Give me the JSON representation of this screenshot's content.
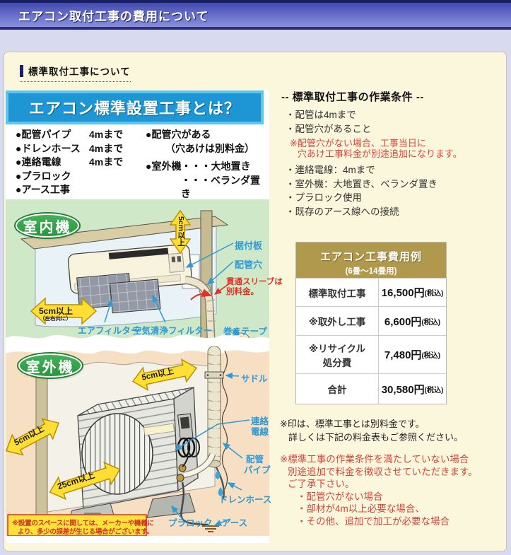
{
  "header": {
    "title": "エアコン取付工事の費用について"
  },
  "section": {
    "title": "標準取付工事について"
  },
  "diagram": {
    "banner": "エアコン標準設置工事とは？",
    "bullets_left": [
      {
        "label": "●配管パイプ",
        "value": "4mまで"
      },
      {
        "label": "●ドレンホース",
        "value": "4mまで"
      },
      {
        "label": "●連絡電線",
        "value": "4mまで"
      },
      {
        "label": "●プラロック",
        "value": ""
      },
      {
        "label": "●アース工事",
        "value": ""
      }
    ],
    "bullets_right": [
      "●配管穴がある",
      "（穴あけは別料金）",
      "●室外機・・・大地置き",
      "・・・ベランダ置き"
    ],
    "indoor": {
      "badge": "室内機",
      "labels": {
        "mounting_plate": "据付板",
        "pipe_hole": "配管穴",
        "sleeve_line1": "貫通スリーブは",
        "sleeve_line2": "別料金。",
        "air_filter": "エアフィルター",
        "purifier_filter": "空気清浄フィルター",
        "tape": "巻きテープ",
        "clearance_v": "5cm以上",
        "clearance_h": "5cm以上",
        "clearance_h_note": "（左右共に）"
      }
    },
    "outdoor": {
      "badge": "室外機",
      "labels": {
        "saddle": "サドル",
        "wire_line1": "連絡",
        "wire_line2": "電線",
        "pipe_line1": "配管",
        "pipe_line2": "パイプ",
        "drain_hose": "ドレンホース",
        "plarock": "プラロック",
        "earth": "アース",
        "clearance_top": "5cm以上",
        "clearance_left": "5cm以上",
        "clearance_bottom": "25cm以上",
        "note_line1": "※設置のスペースに関しては、メーカーや機種に",
        "note_line2": "より、多少の誤差が生じる場合がございます。"
      }
    }
  },
  "conditions": {
    "title": "-- 標準取付工事の作業条件 --",
    "items": [
      "・配管は4mまで",
      "・配管穴があること",
      "・連絡電線：4mまで",
      "・室外機：大地置き、ベランダ置き",
      "・プラロック使用",
      "・既存のアース線への接続"
    ],
    "warning": [
      "※配管穴がない場合、工事当日に",
      "穴あけ工事料金が別途追加になります。"
    ]
  },
  "price_table": {
    "title": "エアコン工事費用例",
    "subtitle": "(6畳～14畳用)",
    "rows": [
      {
        "label": "標準取付工事",
        "price": "16,500円",
        "tax": "(税込)"
      },
      {
        "label": "※取外し工事",
        "price": "6,600円",
        "tax": "(税込)"
      },
      {
        "label": "※リサイクル処分費",
        "price": "7,480円",
        "tax": "(税込)"
      },
      {
        "label": "合計",
        "price": "30,580円",
        "tax": "(税込)"
      }
    ]
  },
  "notes": {
    "black": [
      "※印は、標準工事とは別料金です。",
      "詳しくは下記の料金表もご参照ください。"
    ],
    "red": [
      "※標準工事の作業条件を満たしていない場合",
      "別途追加で料金を徴収させていただきます。",
      "ご了承下さい。",
      "・配管穴がない場合",
      "・部材が4m以上必要な場合、",
      "・その他、追加で加工が必要な場合"
    ]
  },
  "colors": {
    "header_blue": "#434cae",
    "banner_blue": "#1f96d4",
    "banner_border": "#5ec5ee",
    "table_gold": "#b0984c",
    "accent_red": "#d8453c",
    "label_blue": "#2e9ad6",
    "badge_green": "#2ea04a",
    "arrow_yellow": "#ffdf33",
    "panel_cream": "#fbf7dd",
    "page_lavender": "#d8daee",
    "indoor_green": "#cfe8c8",
    "outdoor_peach": "#f6dfc2"
  }
}
